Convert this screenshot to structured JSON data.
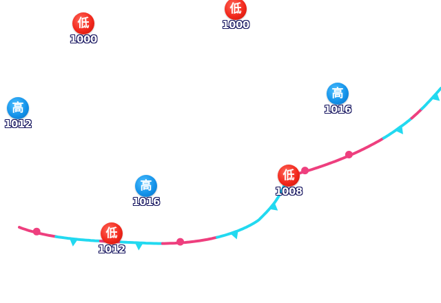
{
  "map": {
    "symbols": {
      "low": "低",
      "high": "高"
    },
    "colors": {
      "low": "#f2281c",
      "high": "#1493ea",
      "cold_front": "#22d9f0",
      "warm_front": "#ee3f7e",
      "label_outline": "#14135e"
    },
    "centers": [
      {
        "id": "low-1",
        "type": "low",
        "symbol": "低",
        "pressure": "1000"
      },
      {
        "id": "low-2",
        "type": "low",
        "symbol": "低",
        "pressure": "1000"
      },
      {
        "id": "high-1",
        "type": "high",
        "symbol": "高",
        "pressure": "1012"
      },
      {
        "id": "high-2",
        "type": "high",
        "symbol": "高",
        "pressure": "1016"
      },
      {
        "id": "high-3",
        "type": "high",
        "symbol": "高",
        "pressure": "1016"
      },
      {
        "id": "low-3",
        "type": "low",
        "symbol": "低",
        "pressure": "1008"
      },
      {
        "id": "low-4",
        "type": "low",
        "symbol": "低",
        "pressure": "1012"
      }
    ],
    "fronts": [
      {
        "id": "front-west",
        "kind": "stationary"
      },
      {
        "id": "front-east",
        "kind": "stationary"
      }
    ]
  }
}
